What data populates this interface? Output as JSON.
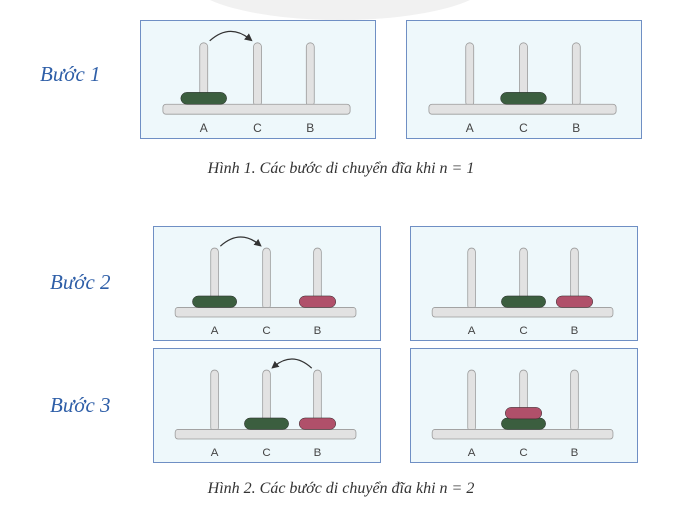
{
  "colors": {
    "green": "#3b5e3f",
    "red": "#b0506a",
    "peg": "#e2e2e2",
    "pegStroke": "#9a9a9a"
  },
  "peg_labels": [
    "A",
    "C",
    "B"
  ],
  "figure1": {
    "step_label": "Bước 1",
    "caption": "Hình 1. Các bước di chuyển đĩa khi n = 1",
    "panels": [
      {
        "disks": [
          {
            "peg": "A",
            "color": "green"
          }
        ],
        "arrow": {
          "from": "A",
          "to": "C"
        }
      },
      {
        "disks": [
          {
            "peg": "C",
            "color": "green"
          }
        ]
      }
    ]
  },
  "figure2": {
    "caption": "Hình 2. Các bước di chuyển đĩa khi n = 2",
    "rows": [
      {
        "step_label": "Bước 2",
        "panels": [
          {
            "disks": [
              {
                "peg": "A",
                "color": "green"
              },
              {
                "peg": "B",
                "color": "red"
              }
            ],
            "arrow": {
              "from": "A",
              "to": "C"
            }
          },
          {
            "disks": [
              {
                "peg": "C",
                "color": "green"
              },
              {
                "peg": "B",
                "color": "red"
              }
            ]
          }
        ]
      },
      {
        "step_label": "Bước 3",
        "panels": [
          {
            "disks": [
              {
                "peg": "C",
                "color": "green"
              },
              {
                "peg": "B",
                "color": "red"
              }
            ],
            "arrow": {
              "from": "B",
              "to": "C"
            }
          },
          {
            "disks": [
              {
                "peg": "C",
                "color": "green"
              },
              {
                "peg": "C",
                "color": "red"
              }
            ]
          }
        ]
      }
    ]
  }
}
